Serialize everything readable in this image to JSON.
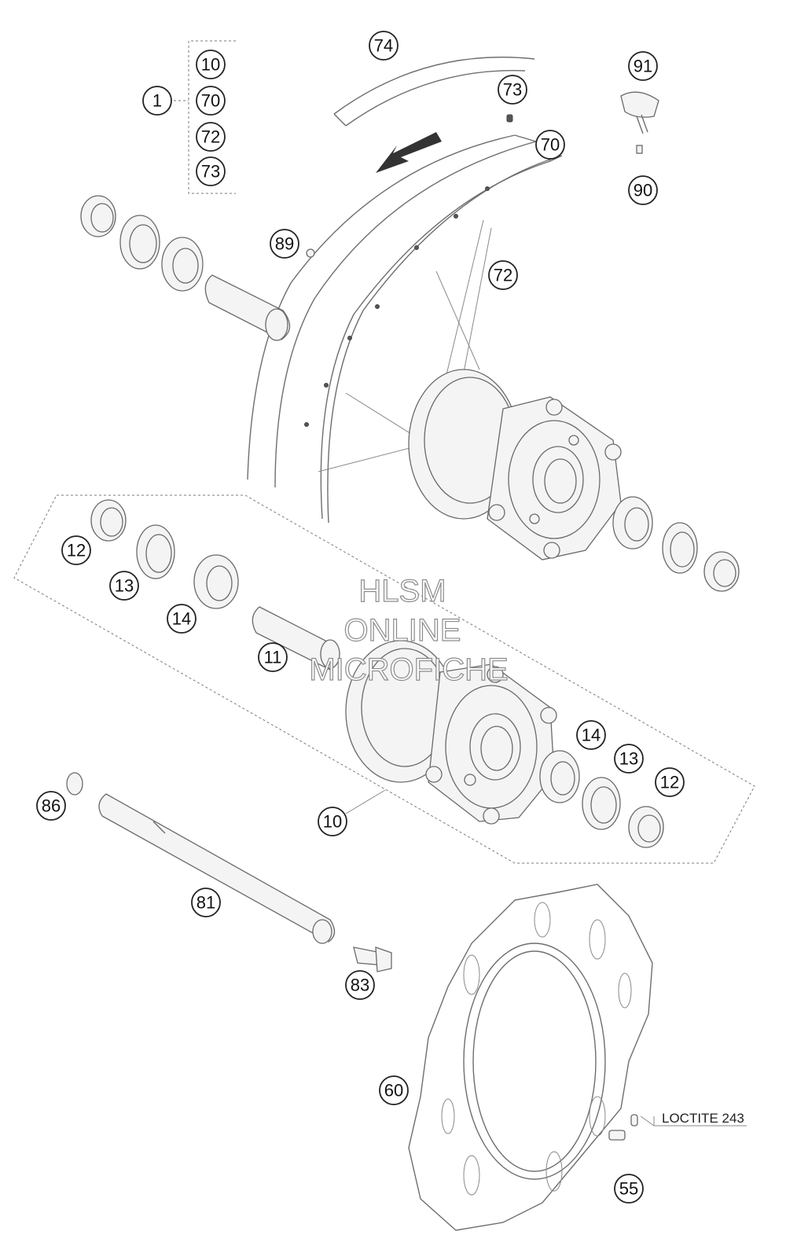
{
  "callouts": [
    {
      "id": "c1",
      "label": "1"
    },
    {
      "id": "c10a",
      "label": "10"
    },
    {
      "id": "c70a",
      "label": "70"
    },
    {
      "id": "c72a",
      "label": "72"
    },
    {
      "id": "c73a",
      "label": "73"
    },
    {
      "id": "c74",
      "label": "74"
    },
    {
      "id": "c73b",
      "label": "73"
    },
    {
      "id": "c70b",
      "label": "70"
    },
    {
      "id": "c91",
      "label": "91"
    },
    {
      "id": "c90",
      "label": "90"
    },
    {
      "id": "c89",
      "label": "89"
    },
    {
      "id": "c72b",
      "label": "72"
    },
    {
      "id": "c12a",
      "label": "12"
    },
    {
      "id": "c13a",
      "label": "13"
    },
    {
      "id": "c14a",
      "label": "14"
    },
    {
      "id": "c11",
      "label": "11"
    },
    {
      "id": "c14b",
      "label": "14"
    },
    {
      "id": "c13b",
      "label": "13"
    },
    {
      "id": "c12b",
      "label": "12"
    },
    {
      "id": "c86",
      "label": "86"
    },
    {
      "id": "c10b",
      "label": "10"
    },
    {
      "id": "c81",
      "label": "81"
    },
    {
      "id": "c83",
      "label": "83"
    },
    {
      "id": "c60",
      "label": "60"
    },
    {
      "id": "c55",
      "label": "55"
    }
  ],
  "note": "LOCTITE 243",
  "watermark": {
    "line1": "HLSM",
    "line2": "ONLINE",
    "line3": "MICROFICHE"
  }
}
